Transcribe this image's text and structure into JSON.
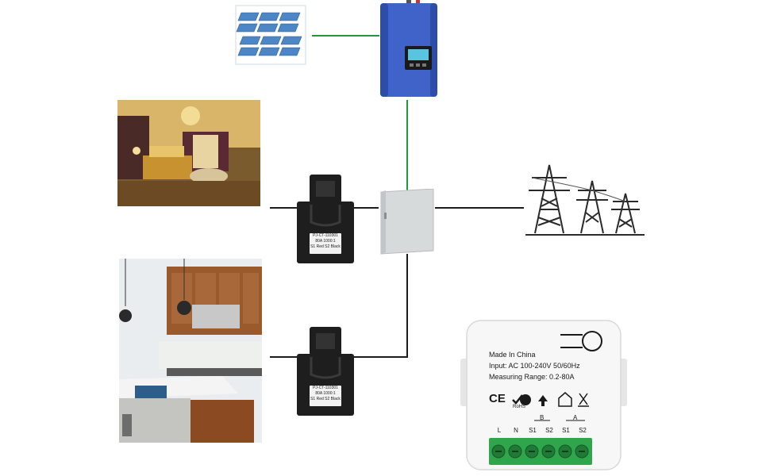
{
  "colors": {
    "dc_wire": "#1f9a3a",
    "ac_wire": "#1c1c1c",
    "inverter_body": "#3f63c9",
    "pylon": "#2a2a2a",
    "terminal_green": "#2fa64b"
  },
  "ct_clamps": [
    {
      "label_line1": "PJ-CT-110301",
      "label_line2": "80A 1000:1",
      "label_line3": "S1 Red  S2 Black"
    },
    {
      "label_line1": "PJ-CT-110301",
      "label_line2": "80A 1000:1",
      "label_line3": "S1 Red  S2 Black"
    }
  ],
  "meter": {
    "line1": "Made In China",
    "line2": "Input: AC 100-240V 50/60Hz",
    "line3": "Measuring Range: 0.2-80A",
    "cert_ce": "CE",
    "cert_rohs": "RoHS",
    "group_b": "B",
    "group_a": "A",
    "terminals": [
      "L",
      "N",
      "S1",
      "S2",
      "S1",
      "S2"
    ]
  },
  "icons": [
    "solar-panel-icon",
    "grid-tie-inverter-icon",
    "distribution-box-icon",
    "power-pylon-icon",
    "bedroom-photo",
    "kitchen-photo",
    "current-clamp-icon",
    "energy-meter-icon"
  ]
}
